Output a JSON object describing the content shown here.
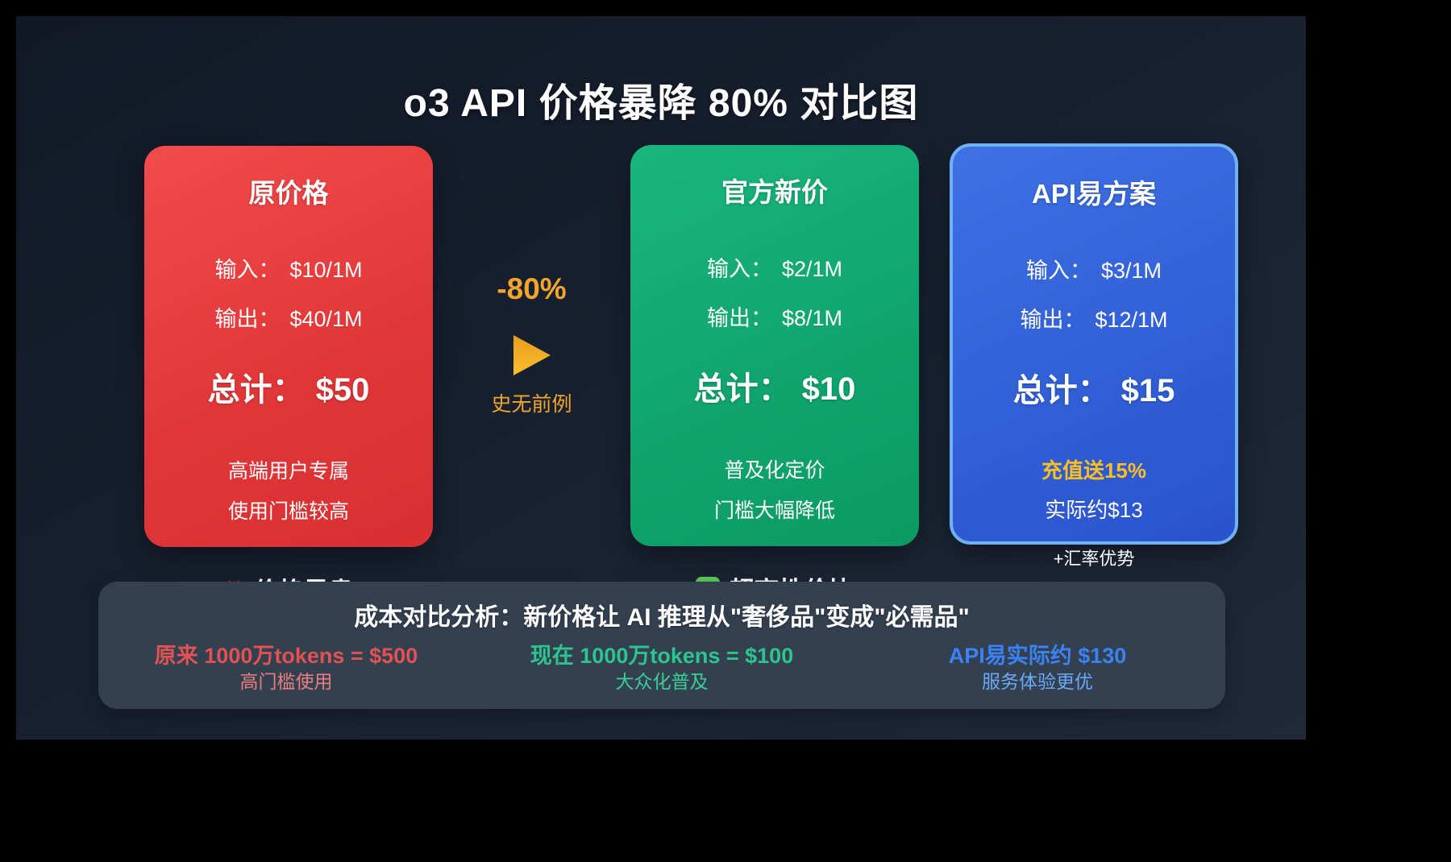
{
  "title": "o3 API 价格暴降 80% 对比图",
  "cards": [
    {
      "title": "原价格",
      "rows": [
        {
          "label": "输入：",
          "value": "$10/1M"
        },
        {
          "label": "输出：",
          "value": "$40/1M"
        }
      ],
      "total_label": "总计：",
      "total_value": "$50",
      "notes": [
        "高端用户专属",
        "使用门槛较高"
      ],
      "badge": "价格昂贵",
      "badge_icon": "cross-icon"
    },
    {
      "title": "官方新价",
      "rows": [
        {
          "label": "输入：",
          "value": "$2/1M"
        },
        {
          "label": "输出：",
          "value": "$8/1M"
        }
      ],
      "total_label": "总计：",
      "total_value": "$10",
      "notes": [
        "普及化定价",
        "门槛大幅降低"
      ],
      "badge": "超高性价比",
      "badge_icon": "check-icon"
    },
    {
      "title": "API易方案",
      "rows": [
        {
          "label": "输入：",
          "value": "$3/1M"
        },
        {
          "label": "输出：",
          "value": "$12/1M"
        }
      ],
      "total_label": "总计：",
      "total_value": "$15",
      "bonus": "充值送15%",
      "actual": "实际约$13",
      "extra": "+汇率优势",
      "badge": "综合最优",
      "badge_icon": "fire-icon"
    }
  ],
  "arrow": {
    "percent": "-80%",
    "caption": "史无前例"
  },
  "summary": {
    "heading": "成本对比分析：新价格让 AI 推理从\"奢侈品\"变成\"必需品\"",
    "columns": [
      {
        "line": "原来 1000万tokens = $500",
        "sub": "高门槛使用"
      },
      {
        "line": "现在 1000万tokens = $100",
        "sub": "大众化普及"
      },
      {
        "line": "API易实际约 $130",
        "sub": "服务体验更优"
      }
    ]
  },
  "colors": {
    "background_dark": "#18202f",
    "card_red": "#e23739",
    "card_green": "#10a56e",
    "card_blue": "#3260d6",
    "blue_border": "#6fb1f7",
    "accent_gold": "#f2a52c",
    "bonus_gold": "#fbbf24",
    "summary_box": "#334050",
    "summary_red": "#e25252",
    "summary_green": "#2ec48e",
    "summary_blue": "#3b82f6"
  }
}
